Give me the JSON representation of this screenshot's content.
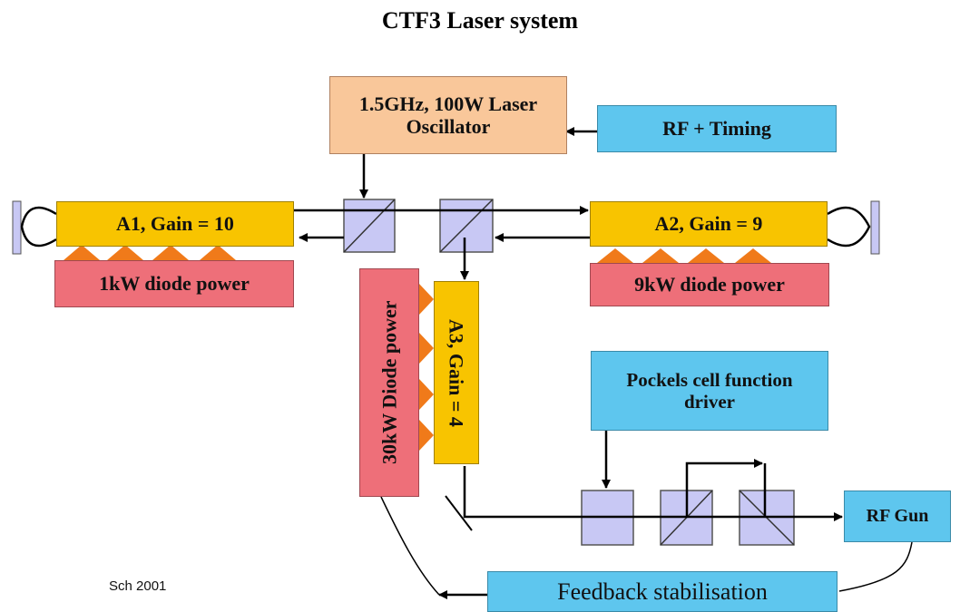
{
  "title": "CTF3 Laser system",
  "boxes": {
    "oscillator": "1.5GHz, 100W Laser Oscillator",
    "rf_timing": "RF + Timing",
    "a1": "A1, Gain = 10",
    "a2": "A2, Gain = 9",
    "a3": "A3, Gain = 4",
    "diode_1kw": "1kW diode power",
    "diode_9kw": "9kW diode power",
    "diode_30kw": "30kW Diode power",
    "pockels": "Pockels cell function driver",
    "rf_gun": "RF Gun",
    "feedback": "Feedback stabilisation"
  },
  "credit": "Sch 2001",
  "colors": {
    "oscillator": "#f9c79a",
    "blue_boxes": "#5ec6ee",
    "amplifiers": "#f8c400",
    "diode_power": "#ee6f79",
    "diode_triangles": "#f07a1a",
    "optics": "#c8c8f4"
  }
}
